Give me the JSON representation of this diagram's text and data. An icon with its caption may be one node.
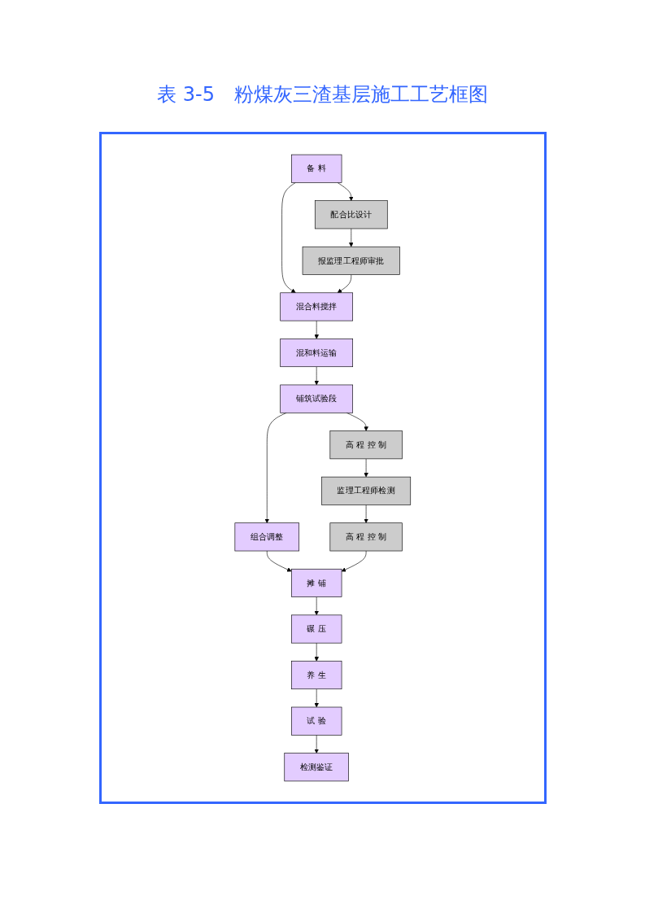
{
  "diagram": {
    "title": "表 3-5　粉煤灰三渣基层施工工艺框图",
    "nodes": [
      {
        "text": [
          "备 料"
        ]
      },
      {
        "text": [
          "配合比设计"
        ]
      },
      {
        "text": [
          "混合料搅拌"
        ]
      },
      {
        "text": [
          "报监理工程师审批"
        ]
      },
      {
        "text": [
          "混和料运输"
        ]
      },
      {
        "text": [
          "铺筑试验段"
        ]
      },
      {
        "text": [
          "高 程 控 制"
        ]
      },
      {
        "text": [
          "组合调整"
        ]
      },
      {
        "text": [
          "监理工程师检测"
        ]
      },
      {
        "text": [
          "摊 铺"
        ]
      },
      {
        "text": [
          "高 程 控 制"
        ]
      },
      {
        "text": [
          "碾 压"
        ]
      },
      {
        "text": [
          "养 生"
        ]
      },
      {
        "text": [
          "试 验"
        ]
      },
      {
        "text": [
          "检测鉴证"
        ]
      }
    ],
    "edges": [
      {
        "from": 0,
        "to": 1,
        "arrow": "to"
      },
      {
        "from": 0,
        "to": 2,
        "arrow": "to"
      },
      {
        "from": 1,
        "to": 3,
        "arrow": "to"
      },
      {
        "from": 3,
        "to": 2,
        "arrow": "to"
      },
      {
        "from": 2,
        "to": 4,
        "arrow": "to"
      },
      {
        "from": 4,
        "to": 5,
        "arrow": "to"
      },
      {
        "from": 5,
        "to": 6,
        "arrow": "to"
      },
      {
        "from": 5,
        "to": 7,
        "arrow": "to"
      },
      {
        "from": 6,
        "to": 8,
        "arrow": "to"
      },
      {
        "from": 7,
        "to": 9,
        "arrow": "to"
      },
      {
        "from": 8,
        "to": 10,
        "arrow": "to"
      },
      {
        "from": 10,
        "to": 9,
        "arrow": "to"
      },
      {
        "from": 9,
        "to": 11,
        "arrow": "to"
      },
      {
        "from": 11,
        "to": 12,
        "arrow": "to"
      },
      {
        "from": 12,
        "to": 13,
        "arrow": "to"
      },
      {
        "from": 13,
        "to": 14,
        "arrow": "to"
      }
    ]
  }
}
